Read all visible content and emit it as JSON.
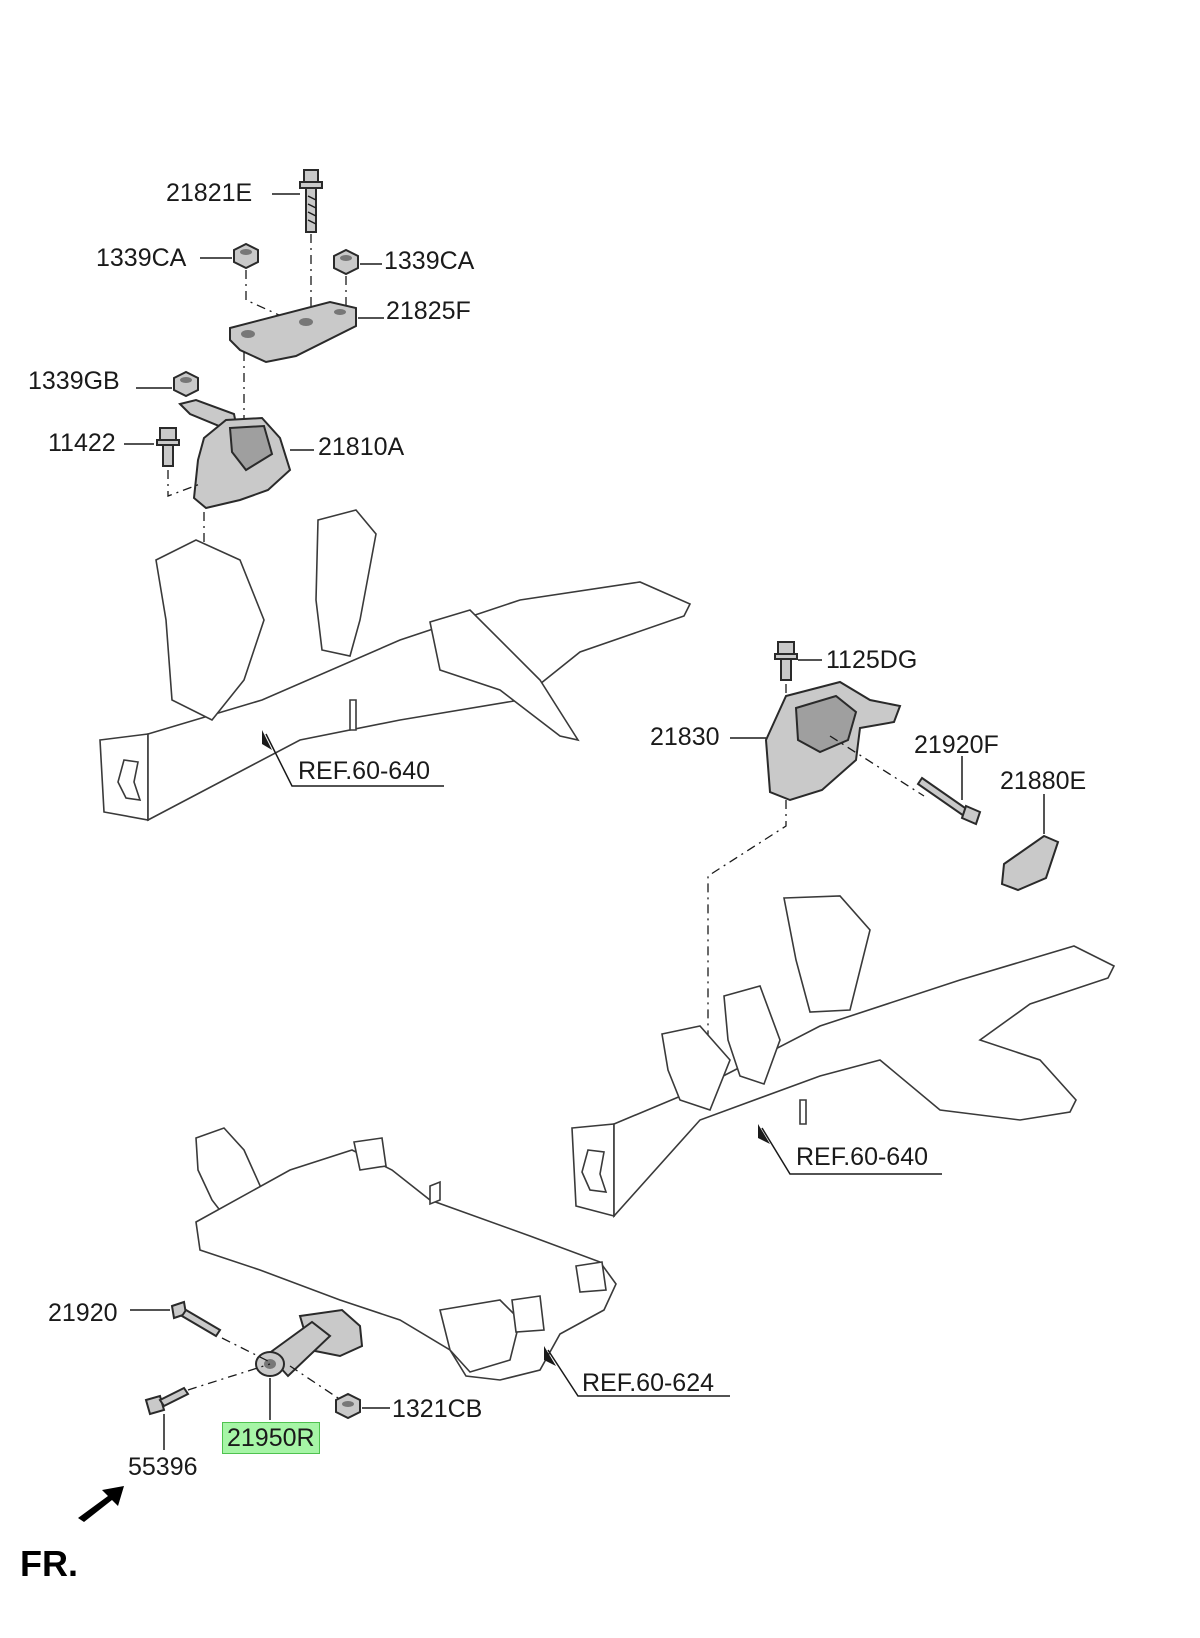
{
  "labels": {
    "l_21821E": "21821E",
    "l_1339CA_left": "1339CA",
    "l_1339CA_right": "1339CA",
    "l_21825F": "21825F",
    "l_1339GB": "1339GB",
    "l_11422": "11422",
    "l_21810A": "21810A",
    "l_ref_upper": "REF.60-640",
    "l_1125DG": "1125DG",
    "l_21830": "21830",
    "l_21920F": "21920F",
    "l_21880E": "21880E",
    "l_ref_mid": "REF.60-640",
    "l_21920": "21920",
    "l_1321CB": "1321CB",
    "l_ref_lower": "REF.60-624",
    "l_21950R": "21950R",
    "l_55396": "55396",
    "fr": "FR."
  },
  "colors": {
    "highlight_fill": "#a6f5a6",
    "highlight_border": "#4fc24f",
    "part_fill": "#c9c9c9",
    "part_dark": "#9f9f9f",
    "line": "#1a1a1a"
  },
  "highlighted_part": "21950R"
}
